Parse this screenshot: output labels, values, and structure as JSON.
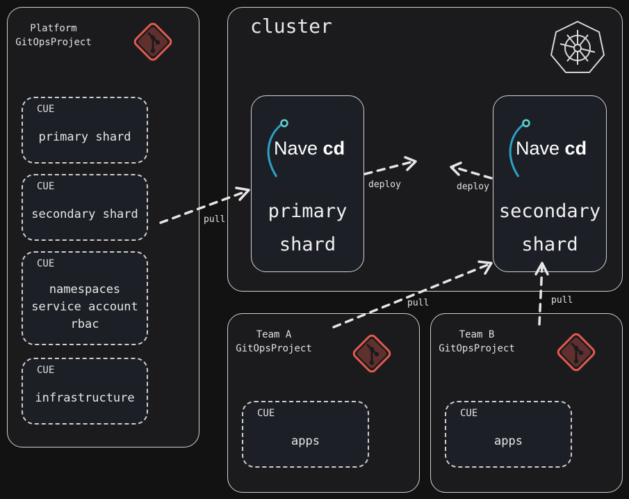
{
  "platform": {
    "title_line1": "Platform",
    "title_line2": "GitOpsProject",
    "cue_label": "CUE",
    "modules": [
      {
        "tag": "CUE",
        "lines": [
          "primary shard"
        ]
      },
      {
        "tag": "CUE",
        "lines": [
          "secondary shard"
        ]
      },
      {
        "tag": "CUE",
        "lines": [
          "namespaces",
          "service account",
          "rbac"
        ]
      },
      {
        "tag": "CUE",
        "lines": [
          "infrastructure"
        ]
      }
    ]
  },
  "cluster": {
    "title": "cluster",
    "primary": {
      "brand_a": "Nave ",
      "brand_b": "cd",
      "line1": "primary",
      "line2": "shard"
    },
    "secondary": {
      "brand_a": "Nave ",
      "brand_b": "cd",
      "line1": "secondary",
      "line2": "shard"
    }
  },
  "team_a": {
    "title_line1": "Team A",
    "title_line2": "GitOpsProject",
    "cue": "CUE",
    "apps": "apps"
  },
  "team_b": {
    "title_line1": "Team B",
    "title_line2": "GitOpsProject",
    "cue": "CUE",
    "apps": "apps"
  },
  "edges": {
    "pull_platform": "pull",
    "deploy_primary": "deploy",
    "deploy_secondary": "deploy",
    "pull_team_a": "pull",
    "pull_team_b": "pull"
  },
  "icons": {
    "git": "git-logo-icon",
    "kubernetes": "kubernetes-helm-icon",
    "navecd": "navecd-arc-icon"
  },
  "colors": {
    "background": "#121212",
    "git_red": "#e05a4e",
    "navecd_blue": "#2aa4c6",
    "navecd_teal": "#5fd4d0"
  }
}
